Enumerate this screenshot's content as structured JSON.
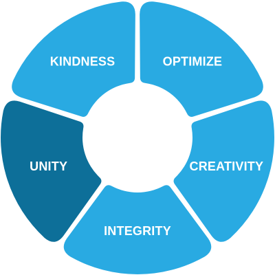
{
  "wheel": {
    "segments": [
      {
        "key": "optimize",
        "label": "OPTIMIZE",
        "color": "#29aae2",
        "selected": false
      },
      {
        "key": "creativity",
        "label": "CREATIVITY",
        "color": "#29aae2",
        "selected": false
      },
      {
        "key": "integrity",
        "label": "INTEGRITY",
        "color": "#29aae2",
        "selected": false
      },
      {
        "key": "unity",
        "label": "UNITY",
        "color": "#0d6f99",
        "selected": true
      },
      {
        "key": "kindness",
        "label": "KINDNESS",
        "color": "#29aae2",
        "selected": false
      }
    ]
  }
}
